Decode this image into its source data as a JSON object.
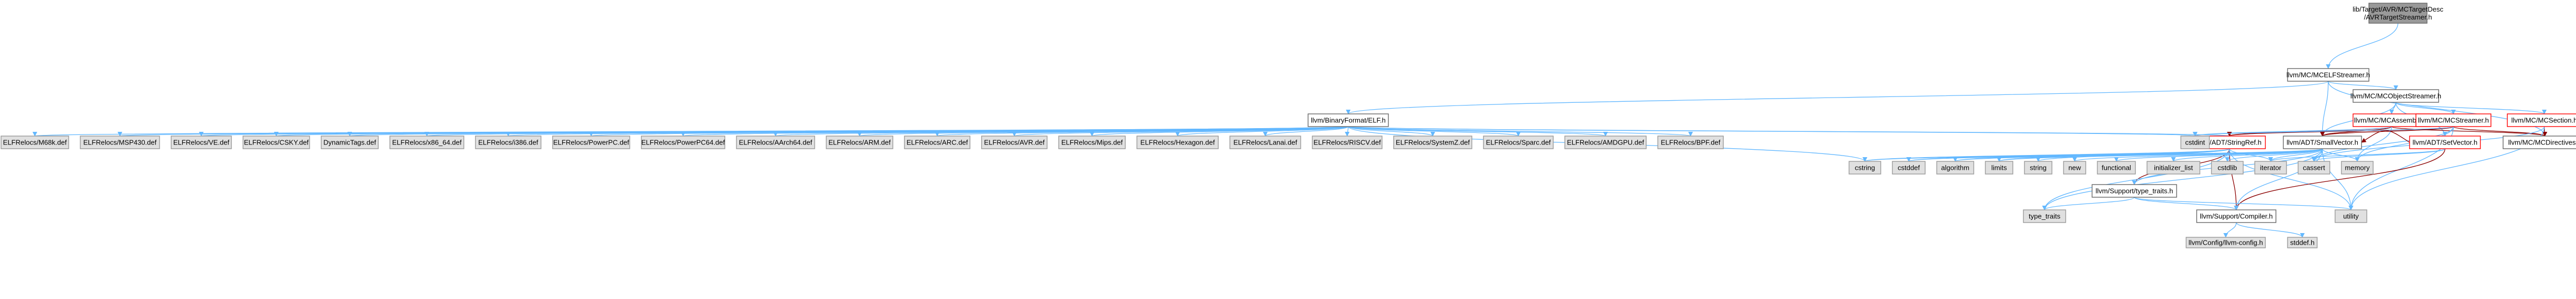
{
  "colors": {
    "background": "#ffffff",
    "edge_default": "#63b8ff",
    "edge_internal": "#8b0000",
    "node_root_fill": "#999999",
    "node_root_border": "#666666",
    "node_header_fill": "#ffffff",
    "node_header_border": "#666666",
    "node_linked_border": "#ff0000",
    "node_external_fill": "#e0e0e0",
    "node_external_border": "#999999"
  },
  "nodes": [
    {
      "id": "root",
      "kind": "root",
      "lines": [
        "lib/Target/AVR/MCTargetDesc",
        "/AVRTargetStreamer.h"
      ]
    },
    {
      "id": "elfstreamer",
      "kind": "header",
      "lines": [
        "llvm/MC/MCELFStreamer.h"
      ]
    },
    {
      "id": "objstreamer",
      "kind": "header",
      "lines": [
        "llvm/MC/MCObjectStreamer.h"
      ]
    },
    {
      "id": "elf",
      "kind": "header",
      "lines": [
        "llvm/BinaryFormat/ELF.h"
      ]
    },
    {
      "id": "assembler",
      "kind": "linked",
      "lines": [
        "llvm/MC/MCAssembler.h"
      ]
    },
    {
      "id": "mcstreamer",
      "kind": "linked",
      "lines": [
        "llvm/MC/MCStreamer.h"
      ]
    },
    {
      "id": "mcsection",
      "kind": "linked",
      "lines": [
        "llvm/MC/MCSection.h"
      ]
    },
    {
      "id": "stringref",
      "kind": "linked",
      "lines": [
        "llvm/ADT/StringRef.h"
      ]
    },
    {
      "id": "smallvector",
      "kind": "header",
      "lines": [
        "llvm/ADT/SmallVector.h"
      ]
    },
    {
      "id": "setvector",
      "kind": "linked",
      "lines": [
        "llvm/ADT/SetVector.h"
      ]
    },
    {
      "id": "mcdirectives",
      "kind": "header",
      "lines": [
        "llvm/MC/MCDirectives.h"
      ]
    },
    {
      "id": "typetraitsllvm",
      "kind": "header",
      "lines": [
        "llvm/Support/type_traits.h"
      ]
    },
    {
      "id": "compiler",
      "kind": "header",
      "lines": [
        "llvm/Support/Compiler.h"
      ]
    },
    {
      "id": "config",
      "kind": "external",
      "lines": [
        "llvm/Config/llvm-config.h"
      ]
    },
    {
      "id": "stddef_h",
      "kind": "external",
      "lines": [
        "stddef.h"
      ]
    },
    {
      "id": "d_m68k",
      "kind": "external",
      "lines": [
        "ELFRelocs/M68k.def"
      ]
    },
    {
      "id": "d_msp430",
      "kind": "external",
      "lines": [
        "ELFRelocs/MSP430.def"
      ]
    },
    {
      "id": "d_ve",
      "kind": "external",
      "lines": [
        "ELFRelocs/VE.def"
      ]
    },
    {
      "id": "d_csky",
      "kind": "external",
      "lines": [
        "ELFRelocs/CSKY.def"
      ]
    },
    {
      "id": "d_dyntags",
      "kind": "external",
      "lines": [
        "DynamicTags.def"
      ]
    },
    {
      "id": "d_x8664",
      "kind": "external",
      "lines": [
        "ELFRelocs/x86_64.def"
      ]
    },
    {
      "id": "d_i386",
      "kind": "external",
      "lines": [
        "ELFRelocs/i386.def"
      ]
    },
    {
      "id": "d_ppc",
      "kind": "external",
      "lines": [
        "ELFRelocs/PowerPC.def"
      ]
    },
    {
      "id": "d_ppc64",
      "kind": "external",
      "lines": [
        "ELFRelocs/PowerPC64.def"
      ]
    },
    {
      "id": "d_aarch64",
      "kind": "external",
      "lines": [
        "ELFRelocs/AArch64.def"
      ]
    },
    {
      "id": "d_arm",
      "kind": "external",
      "lines": [
        "ELFRelocs/ARM.def"
      ]
    },
    {
      "id": "d_arc",
      "kind": "external",
      "lines": [
        "ELFRelocs/ARC.def"
      ]
    },
    {
      "id": "d_avr",
      "kind": "external",
      "lines": [
        "ELFRelocs/AVR.def"
      ]
    },
    {
      "id": "d_mips",
      "kind": "external",
      "lines": [
        "ELFRelocs/Mips.def"
      ]
    },
    {
      "id": "d_hexagon",
      "kind": "external",
      "lines": [
        "ELFRelocs/Hexagon.def"
      ]
    },
    {
      "id": "d_lanai",
      "kind": "external",
      "lines": [
        "ELFRelocs/Lanai.def"
      ]
    },
    {
      "id": "d_riscv",
      "kind": "external",
      "lines": [
        "ELFRelocs/RISCV.def"
      ]
    },
    {
      "id": "d_systemz",
      "kind": "external",
      "lines": [
        "ELFRelocs/SystemZ.def"
      ]
    },
    {
      "id": "d_sparc",
      "kind": "external",
      "lines": [
        "ELFRelocs/Sparc.def"
      ]
    },
    {
      "id": "d_amdgpu",
      "kind": "external",
      "lines": [
        "ELFRelocs/AMDGPU.def"
      ]
    },
    {
      "id": "d_bpf",
      "kind": "external",
      "lines": [
        "ELFRelocs/BPF.def"
      ]
    },
    {
      "id": "cstdint",
      "kind": "external",
      "lines": [
        "cstdint"
      ]
    },
    {
      "id": "cstring",
      "kind": "external",
      "lines": [
        "cstring"
      ]
    },
    {
      "id": "cstddef",
      "kind": "external",
      "lines": [
        "cstddef"
      ]
    },
    {
      "id": "algorithm",
      "kind": "external",
      "lines": [
        "algorithm"
      ]
    },
    {
      "id": "limits",
      "kind": "external",
      "lines": [
        "limits"
      ]
    },
    {
      "id": "string",
      "kind": "external",
      "lines": [
        "string"
      ]
    },
    {
      "id": "new",
      "kind": "external",
      "lines": [
        "new"
      ]
    },
    {
      "id": "functional",
      "kind": "external",
      "lines": [
        "functional"
      ]
    },
    {
      "id": "initlist",
      "kind": "external",
      "lines": [
        "initializer_list"
      ]
    },
    {
      "id": "cstdlib",
      "kind": "external",
      "lines": [
        "cstdlib"
      ]
    },
    {
      "id": "iterator",
      "kind": "external",
      "lines": [
        "iterator"
      ]
    },
    {
      "id": "cassert",
      "kind": "external",
      "lines": [
        "cassert"
      ]
    },
    {
      "id": "memory",
      "kind": "external",
      "lines": [
        "memory"
      ]
    },
    {
      "id": "typetraits",
      "kind": "external",
      "lines": [
        "type_traits"
      ]
    },
    {
      "id": "utility",
      "kind": "external",
      "lines": [
        "utility"
      ]
    }
  ],
  "edges": [
    {
      "from": "root",
      "to": "elfstreamer"
    },
    {
      "from": "elfstreamer",
      "to": "objstreamer"
    },
    {
      "from": "elfstreamer",
      "to": "elf"
    },
    {
      "from": "elfstreamer",
      "to": "smallvector"
    },
    {
      "from": "elfstreamer",
      "to": "mcdirectives"
    },
    {
      "from": "objstreamer",
      "to": "assembler"
    },
    {
      "from": "objstreamer",
      "to": "mcstreamer"
    },
    {
      "from": "objstreamer",
      "to": "mcsection"
    },
    {
      "from": "objstreamer",
      "to": "smallvector"
    },
    {
      "from": "objstreamer",
      "to": "setvector"
    },
    {
      "from": "elf",
      "to": "d_m68k"
    },
    {
      "from": "elf",
      "to": "d_msp430"
    },
    {
      "from": "elf",
      "to": "d_ve"
    },
    {
      "from": "elf",
      "to": "d_csky"
    },
    {
      "from": "elf",
      "to": "d_dyntags"
    },
    {
      "from": "elf",
      "to": "d_x8664"
    },
    {
      "from": "elf",
      "to": "d_i386"
    },
    {
      "from": "elf",
      "to": "d_ppc"
    },
    {
      "from": "elf",
      "to": "d_ppc64"
    },
    {
      "from": "elf",
      "to": "d_aarch64"
    },
    {
      "from": "elf",
      "to": "d_arm"
    },
    {
      "from": "elf",
      "to": "d_arc"
    },
    {
      "from": "elf",
      "to": "d_avr"
    },
    {
      "from": "elf",
      "to": "d_mips"
    },
    {
      "from": "elf",
      "to": "d_hexagon"
    },
    {
      "from": "elf",
      "to": "d_lanai"
    },
    {
      "from": "elf",
      "to": "d_riscv"
    },
    {
      "from": "elf",
      "to": "d_systemz"
    },
    {
      "from": "elf",
      "to": "d_sparc"
    },
    {
      "from": "elf",
      "to": "d_amdgpu"
    },
    {
      "from": "elf",
      "to": "d_bpf"
    },
    {
      "from": "elf",
      "to": "stringref"
    },
    {
      "from": "elf",
      "to": "cstdint"
    },
    {
      "from": "elf",
      "to": "cstring"
    },
    {
      "from": "assembler",
      "to": "stringref"
    },
    {
      "from": "assembler",
      "to": "smallvector"
    },
    {
      "from": "assembler",
      "to": "cstdint"
    },
    {
      "from": "assembler",
      "to": "mcdirectives"
    },
    {
      "from": "assembler",
      "to": "memory"
    },
    {
      "from": "mcstreamer",
      "to": "stringref"
    },
    {
      "from": "mcstreamer",
      "to": "smallvector"
    },
    {
      "from": "mcstreamer",
      "to": "mcdirectives"
    },
    {
      "from": "mcstreamer",
      "to": "cstdint"
    },
    {
      "from": "mcstreamer",
      "to": "cassert"
    },
    {
      "from": "mcstreamer",
      "to": "memory"
    },
    {
      "from": "mcstreamer",
      "to": "utility"
    },
    {
      "from": "mcsection",
      "to": "mcdirectives"
    },
    {
      "from": "mcsection",
      "to": "cassert"
    },
    {
      "from": "mcsection",
      "to": "utility"
    },
    {
      "from": "stringref",
      "to": "compiler"
    },
    {
      "from": "stringref",
      "to": "typetraitsllvm"
    },
    {
      "from": "stringref",
      "to": "algorithm"
    },
    {
      "from": "stringref",
      "to": "cstddef"
    },
    {
      "from": "stringref",
      "to": "cstring"
    },
    {
      "from": "stringref",
      "to": "limits"
    },
    {
      "from": "stringref",
      "to": "string"
    },
    {
      "from": "stringref",
      "to": "typetraits"
    },
    {
      "from": "stringref",
      "to": "utility"
    },
    {
      "from": "stringref",
      "to": "iterator"
    },
    {
      "from": "smallvector",
      "to": "compiler"
    },
    {
      "from": "smallvector",
      "to": "typetraitsllvm"
    },
    {
      "from": "smallvector",
      "to": "algorithm"
    },
    {
      "from": "smallvector",
      "to": "cassert"
    },
    {
      "from": "smallvector",
      "to": "cstddef"
    },
    {
      "from": "smallvector",
      "to": "cstdlib"
    },
    {
      "from": "smallvector",
      "to": "cstring"
    },
    {
      "from": "smallvector",
      "to": "functional"
    },
    {
      "from": "smallvector",
      "to": "initlist"
    },
    {
      "from": "smallvector",
      "to": "iterator"
    },
    {
      "from": "smallvector",
      "to": "limits"
    },
    {
      "from": "smallvector",
      "to": "memory"
    },
    {
      "from": "smallvector",
      "to": "new"
    },
    {
      "from": "smallvector",
      "to": "typetraits"
    },
    {
      "from": "smallvector",
      "to": "utility"
    },
    {
      "from": "setvector",
      "to": "smallvector"
    },
    {
      "from": "setvector",
      "to": "compiler"
    },
    {
      "from": "setvector",
      "to": "cassert"
    },
    {
      "from": "setvector",
      "to": "iterator"
    },
    {
      "from": "typetraitsllvm",
      "to": "compiler"
    },
    {
      "from": "typetraitsllvm",
      "to": "typetraits"
    },
    {
      "from": "typetraitsllvm",
      "to": "utility"
    },
    {
      "from": "compiler",
      "to": "config"
    },
    {
      "from": "compiler",
      "to": "stddef_h"
    }
  ]
}
